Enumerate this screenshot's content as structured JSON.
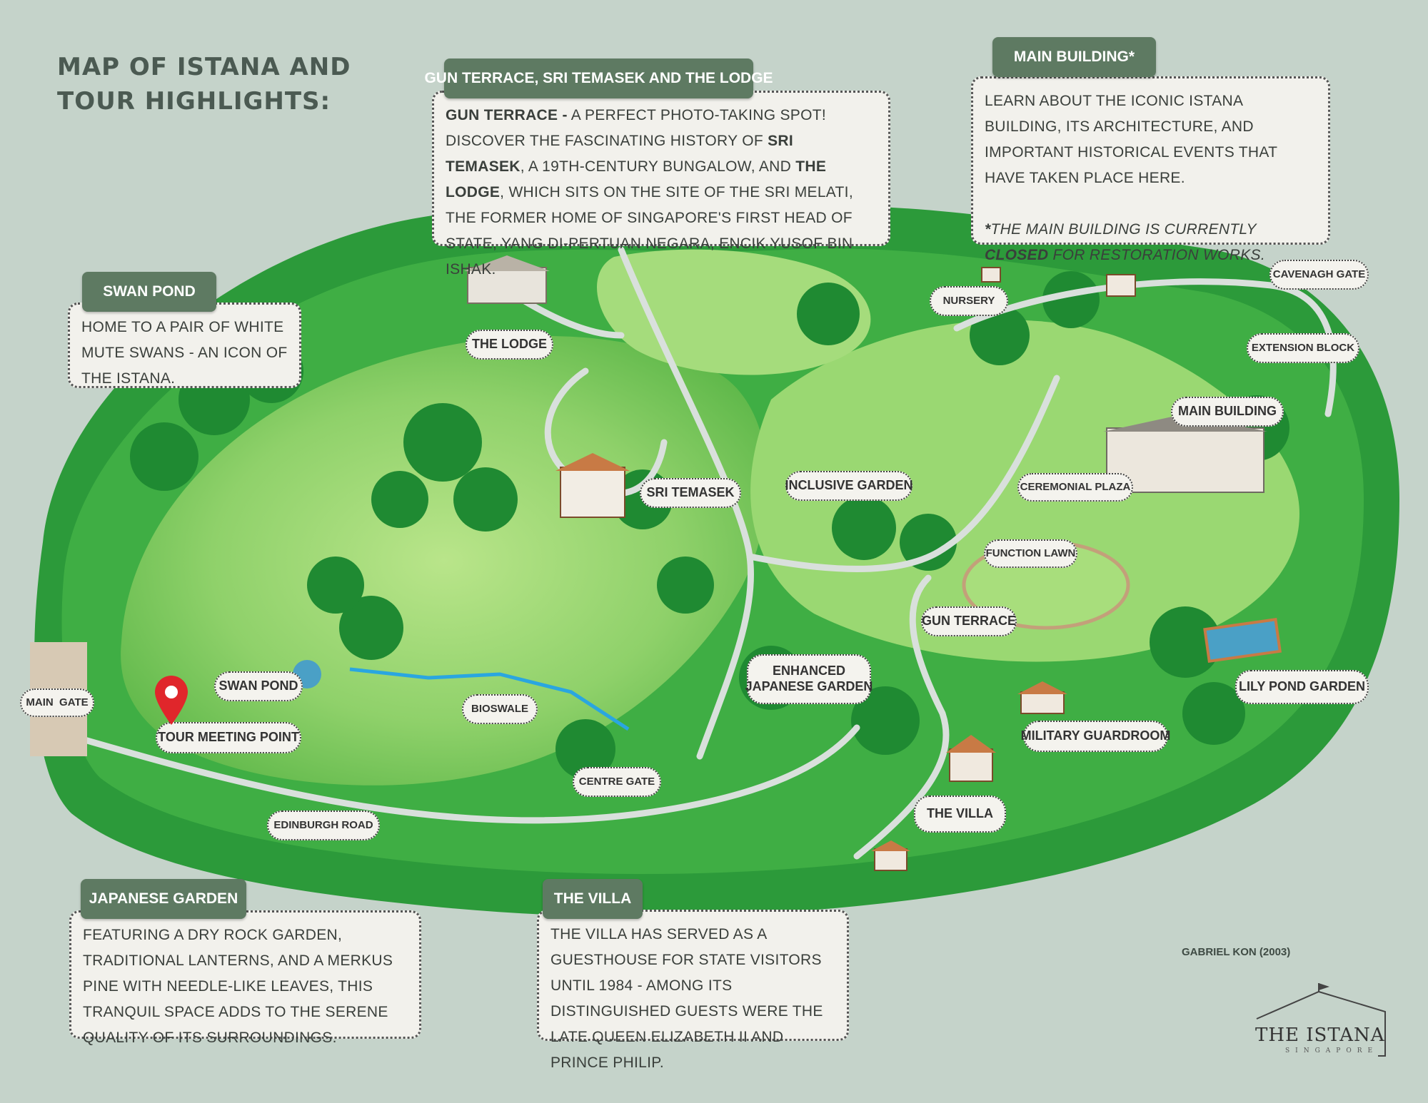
{
  "title": {
    "line1": "MAP OF ISTANA AND",
    "line2": "TOUR HIGHLIGHTS:"
  },
  "cards": {
    "gun_terrace": {
      "tab": "GUN TERRACE, SRI TEMASEK AND THE LODGE",
      "b1": "GUN TERRACE -",
      "t1": " A PERFECT PHOTO-TAKING SPOT!",
      "t2": "DISCOVER THE FASCINATING HISTORY OF ",
      "b2": "SRI TEMASEK",
      "t3": ", A 19TH-CENTURY BUNGALOW, AND ",
      "b3": "THE LODGE",
      "t4": ", WHICH SITS ON THE SITE OF THE SRI MELATI, THE FORMER HOME OF SINGAPORE'S FIRST HEAD OF STATE, YANG DI-PERTUAN NEGARA, ENCIK YUSOF BIN ISHAK."
    },
    "main_building": {
      "tab": "MAIN BUILDING*",
      "t1": "LEARN ABOUT THE ICONIC ISTANA BUILDING, ITS ARCHITECTURE, AND IMPORTANT HISTORICAL EVENTS THAT HAVE TAKEN PLACE HERE.",
      "n1": "*",
      "n2": "THE MAIN BUILDING IS CURRENTLY ",
      "n3": "CLOSED",
      "n4": " FOR RESTORATION WORKS."
    },
    "swan_pond": {
      "tab": "SWAN POND",
      "text": "HOME TO A PAIR OF WHITE MUTE SWANS - AN ICON OF THE ISTANA."
    },
    "japanese_garden": {
      "tab": "JAPANESE GARDEN",
      "text": "FEATURING A DRY ROCK GARDEN, TRADITIONAL LANTERNS, AND A MERKUS PINE WITH NEEDLE-LIKE LEAVES, THIS TRANQUIL SPACE ADDS TO THE SERENE QUALITY OF ITS SURROUNDINGS."
    },
    "the_villa": {
      "tab": "THE VILLA",
      "text": "THE VILLA HAS SERVED AS A GUESTHOUSE FOR STATE VISITORS UNTIL 1984 - AMONG ITS DISTINGUISHED GUESTS WERE THE LATE QUEEN ELIZABETH II AND PRINCE PHILIP."
    }
  },
  "labels": {
    "the_lodge": "THE LODGE",
    "nursery": "NURSERY",
    "cavenagh_gate": "CAVENAGH GATE",
    "extension_block": "EXTENSION BLOCK",
    "main_building": "MAIN BUILDING",
    "sri_temasek": "SRI TEMASEK",
    "inclusive_garden": "INCLUSIVE GARDEN",
    "ceremonial_plaza": "CEREMONIAL PLAZA",
    "function_lawn": "FUNCTION LAWN",
    "gun_terrace": "GUN TERRACE",
    "lily_pond_garden": "LILY POND GARDEN",
    "enhanced_japanese_garden_1": "ENHANCED",
    "enhanced_japanese_garden_2": "JAPANESE GARDEN",
    "swan_pond": "SWAN POND",
    "main_gate": "MAIN  GATE",
    "bioswale": "BIOSWALE",
    "tour_meeting_point": "TOUR MEETING POINT",
    "military_guardroom": "MILITARY GUARDROOM",
    "centre_gate": "CENTRE GATE",
    "the_villa": "THE VILLA",
    "edinburgh_road": "EDINBURGH ROAD"
  },
  "credit": "GABRIEL KON (2003)",
  "logo": {
    "name": "THE ISTANA",
    "sub": "SINGAPORE"
  },
  "colors": {
    "background": "#c5d3ca",
    "tab": "#5e7a62",
    "lawn": "#8fd16a",
    "forest": "#2c9a3a",
    "marker": "#e0262b",
    "bioswale": "#2aa6e0"
  }
}
